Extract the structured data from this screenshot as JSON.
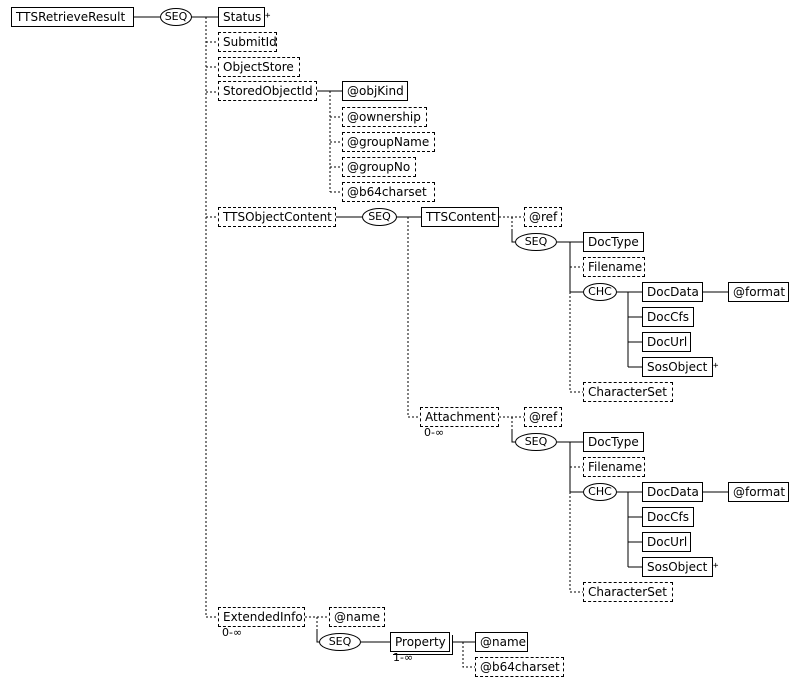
{
  "tree": {
    "root": "TTSRetrieveResult",
    "seq": "SEQ",
    "chc": "CHC",
    "status": "Status",
    "submit_id": "SubmitId",
    "object_store": "ObjectStore",
    "stored_object_id": "StoredObjectId",
    "obj_kind": "@objKind",
    "ownership": "@ownership",
    "group_name": "@groupName",
    "group_no": "@groupNo",
    "b64charset": "@b64charset",
    "tts_object_content": "TTSObjectContent",
    "tts_content": "TTSContent",
    "ref": "@ref",
    "doc_type": "DocType",
    "filename": "Filename",
    "doc_data": "DocData",
    "format": "@format",
    "doc_cfs": "DocCfs",
    "doc_url": "DocUrl",
    "sos_object": "SosObject",
    "character_set": "CharacterSet",
    "attachment": "Attachment",
    "extended_info": "ExtendedInfo",
    "name": "@name",
    "property": "Property",
    "card_zero_many": "0-∞",
    "card_one_many": "1-∞",
    "expand_marker": "+"
  }
}
